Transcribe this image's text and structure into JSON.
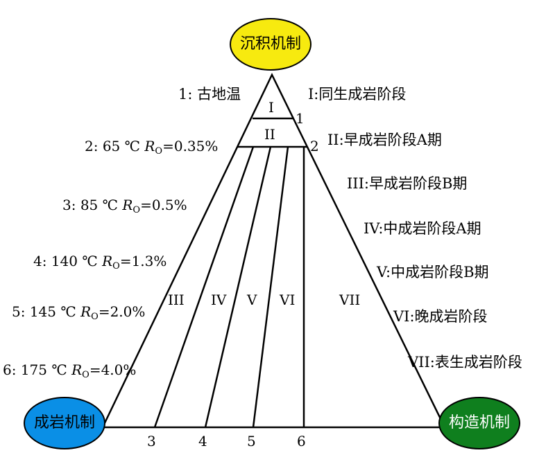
{
  "colors": {
    "sedimentary": "#f7ea0f",
    "diagenetic": "#0a8fe6",
    "tectonic": "#0f7f1e",
    "line": "#000000"
  },
  "ovals": {
    "top": "沉积机制",
    "left": "成岩机制",
    "right": "构造机制"
  },
  "paleo_label": "1: 古地温",
  "left_labels": [
    {
      "prefix": "2: 65 ℃ ",
      "r": "R",
      "sub": "O",
      "suffix": "=0.35%"
    },
    {
      "prefix": "3: 85 ℃ ",
      "r": "R",
      "sub": "O",
      "suffix": "=0.5%"
    },
    {
      "prefix": "4: 140 ℃ ",
      "r": "R",
      "sub": "O",
      "suffix": "=1.3%"
    },
    {
      "prefix": "5: 145 ℃ ",
      "r": "R",
      "sub": "O",
      "suffix": "=2.0%"
    },
    {
      "prefix": "6: 175 ℃ ",
      "r": "R",
      "sub": "O",
      "suffix": "=4.0%"
    }
  ],
  "stages": [
    "I:同生成岩阶段",
    "II:早成岩阶段A期",
    "III:早成岩阶段B期",
    "IV:中成岩阶段A期",
    "V:中成岩阶段B期",
    "VI:晚成岩阶段",
    "VII:表生成岩阶段"
  ],
  "zones": [
    "I",
    "II",
    "III",
    "IV",
    "V",
    "VI",
    "VII"
  ],
  "line_markers": [
    "1",
    "2"
  ],
  "bottom_markers": [
    "3",
    "4",
    "5",
    "6"
  ]
}
